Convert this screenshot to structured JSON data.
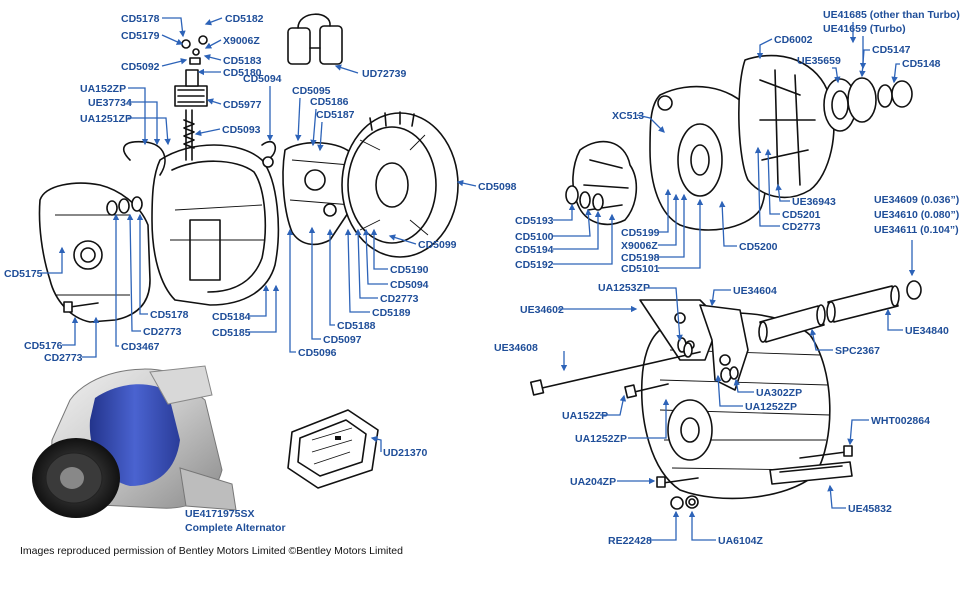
{
  "credit": "Images reproduced permission of Bentley Motors Limited ©Bentley Motors Limited",
  "alternator_caption": {
    "part_number": "UE4171975SX",
    "description": "Complete Alternator"
  },
  "part_labels": {
    "CD5178_a": "CD5178",
    "CD5182": "CD5182",
    "CD5179": "CD5179",
    "X9006Z_a": "X9006Z",
    "CD5092": "CD5092",
    "CD5183": "CD5183",
    "CD5180": "CD5180",
    "CD5094_a": "CD5094",
    "UD72739": "UD72739",
    "UA152ZP_a": "UA152ZP",
    "UE37734": "UE37734",
    "UA1251ZP": "UA1251ZP",
    "CD5977": "CD5977",
    "CD5095": "CD5095",
    "CD5186": "CD5186",
    "CD5187": "CD5187",
    "CD5093": "CD5093",
    "CD5098": "CD5098",
    "CD5099": "CD5099",
    "CD5175": "CD5175",
    "CD5190": "CD5190",
    "CD5094_b": "CD5094",
    "CD2773_a": "CD2773",
    "CD5178_b": "CD5178",
    "CD5189": "CD5189",
    "CD2773_b": "CD2773",
    "CD5184": "CD5184",
    "CD5188": "CD5188",
    "CD5185": "CD5185",
    "CD5097": "CD5097",
    "CD5176": "CD5176",
    "CD3467": "CD3467",
    "CD2773_c": "CD2773",
    "CD5096": "CD5096",
    "UE41685": "UE41685 (other than Turbo)",
    "UE41659": "UE41659 (Turbo)",
    "CD6002": "CD6002",
    "CD5147": "CD5147",
    "CD5148": "CD5148",
    "UE35659": "UE35659",
    "XC513": "XC513",
    "UE36943": "UE36943",
    "CD5201": "CD5201",
    "CD2773_d": "CD2773",
    "CD5193": "CD5193",
    "CD5100": "CD5100",
    "CD5194": "CD5194",
    "CD5192": "CD5192",
    "CD5199": "CD5199",
    "X9006Z_b": "X9006Z",
    "CD5198": "CD5198",
    "CD5101": "CD5101",
    "CD5200": "CD5200",
    "UE34609": "UE34609 (0.036”)",
    "UE34610": "UE34610 (0.080”)",
    "UE34611": "UE34611 (0.104”)",
    "UA1253ZP": "UA1253ZP",
    "UE34604": "UE34604",
    "UE34602": "UE34602",
    "UE34840": "UE34840",
    "UE34608": "UE34608",
    "SPC2367": "SPC2367",
    "UA302ZP": "UA302ZP",
    "UA1252ZP_a": "UA1252ZP",
    "UA152ZP_b": "UA152ZP",
    "UA1252ZP_b": "UA1252ZP",
    "WHT002864": "WHT002864",
    "UD21370": "UD21370",
    "UA204ZP": "UA204ZP",
    "UE45832": "UE45832",
    "RE22428": "RE22428",
    "UA6104Z": "UA6104Z"
  },
  "colors": {
    "label_text": "#1f4e99",
    "leader_line": "#2d63b8",
    "alternator_band": "#3a4fb5"
  }
}
